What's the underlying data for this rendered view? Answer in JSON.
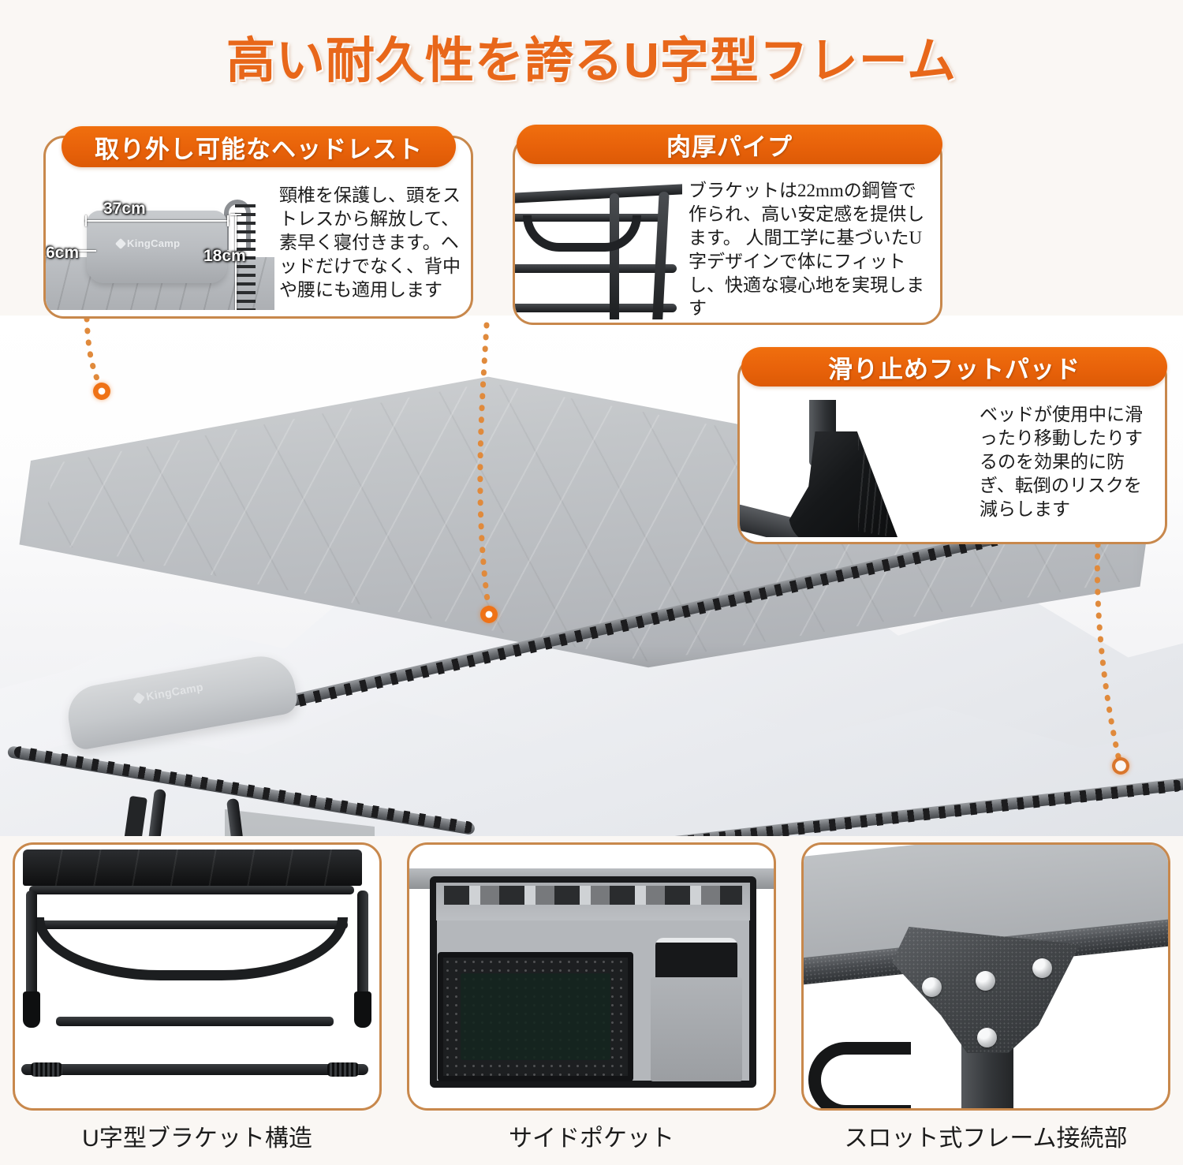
{
  "page": {
    "title": "高い耐久性を誇るU字型フレーム",
    "background_color": "#faf7f4",
    "accent_color": "#ef7216",
    "border_color": "#c8884c",
    "title_color": "#e8671a"
  },
  "callouts": [
    {
      "id": "headrest",
      "heading": "取り外し可能なヘッドレスト",
      "body": "頸椎を保護し、頭をストレスから解放して、素早く寝付きます。ヘッドだけでなく、背中や腰にも適用します",
      "dimensions": {
        "width": "37cm",
        "depth": "6cm",
        "height": "18cm"
      },
      "brand_logo": "KingCamp"
    },
    {
      "id": "pipe",
      "heading": "肉厚パイプ",
      "body": "ブラケットは22mmの鋼管で作られ、高い安定感を提供します。\n人間工学に基づいたU字デザインで体にフィットし、快適な寝心地を実現します"
    },
    {
      "id": "footpad",
      "heading": "滑り止めフットパッド",
      "body": "ベッドが使用中に滑ったり移動したりするのを効果的に防ぎ、転倒のリスクを減らします"
    }
  ],
  "hero": {
    "brand_logo": "KingCamp"
  },
  "bottom_panels": [
    {
      "id": "u-bracket",
      "caption": "U字型ブラケット構造"
    },
    {
      "id": "side-pocket",
      "caption": "サイドポケット"
    },
    {
      "id": "slot-frame",
      "caption": "スロット式フレーム接続部"
    }
  ]
}
